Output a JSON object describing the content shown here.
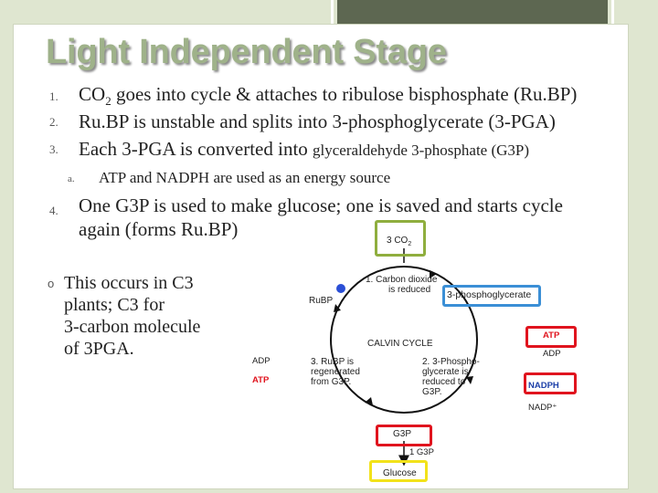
{
  "title": "Light Independent Stage",
  "list": [
    {
      "num": "1.",
      "text_pre": "CO",
      "sub": "2",
      "text_post": " goes into cycle & attaches to ribulose bisphosphate (Ru.BP)"
    },
    {
      "num": "2.",
      "text": "Ru.BP is unstable and splits into 3-phosphoglycerate (3-PGA)"
    },
    {
      "num": "3.",
      "text_main": "Each 3-PGA is converted into ",
      "text_small": "glyceraldehyde 3-phosphate (G3P)"
    },
    {
      "num": "a.",
      "text": "ATP and NADPH are used as an energy source"
    },
    {
      "num": "4.",
      "line1": "One G3P is used to make glucose; one is saved and starts cycle",
      "line2": "again (forms Ru.BP)"
    }
  ],
  "note": {
    "bullet": "o",
    "lines": [
      "This occurs in C3",
      "plants; C3 for",
      "3-carbon molecule",
      "of 3PGA."
    ]
  },
  "diagram": {
    "co2_label": "3 CO",
    "co2_sub": "2",
    "step1_line1": "1. Carbon dioxide",
    "step1_line2": "is reduced",
    "rubp": "RuBP",
    "pga_box": "3-phosphoglycerate",
    "calvin": "CALVIN CYCLE",
    "atp_right": "ATP",
    "adp_right": "ADP",
    "adp_left": "ADP",
    "atp_left": "ATP",
    "step3_line1": "3. RuBP is",
    "step3_line2": "regenerated",
    "step3_line3": "from G3P.",
    "step2_line1": "2. 3-Phospho-",
    "step2_line2": "glycerate is",
    "step2_line3": "reduced to",
    "step2_line4": "G3P.",
    "nadph": "NADPH",
    "nadp": "NADP⁺",
    "g3p": "G3P",
    "one_g3p": "1 G3P",
    "glucose": "Glucose"
  },
  "colors": {
    "title": "#9fb28a",
    "highlight_green": "#8fae3e",
    "highlight_blue": "#3b8fd6",
    "highlight_red": "#e0141e",
    "highlight_yellow": "#f2e21a"
  }
}
